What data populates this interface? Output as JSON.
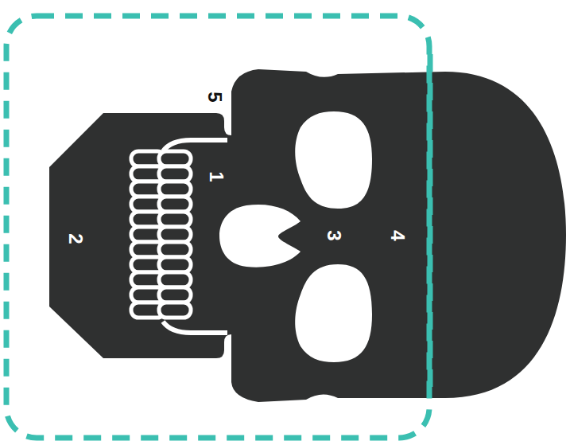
{
  "diagram": {
    "labels": [
      "5",
      "1",
      "2",
      "3",
      "4"
    ]
  }
}
